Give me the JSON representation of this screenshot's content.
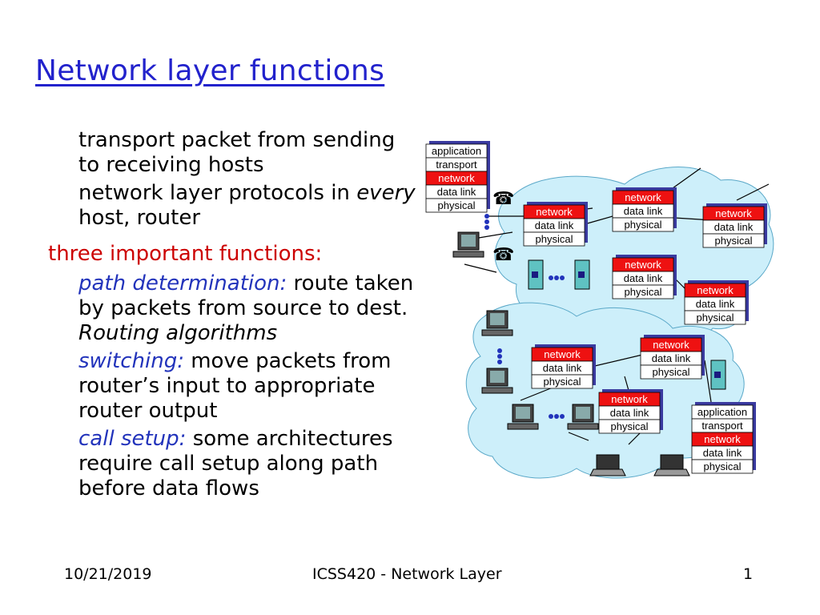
{
  "title": "Network layer functions",
  "bullets": [
    {
      "lead": "",
      "text": "transport packet from sending to receiving hosts"
    },
    {
      "lead": "",
      "text": "network layer protocols in",
      "em": "every",
      "tail": "host, router"
    }
  ],
  "subheading": "three important functions:",
  "functions": [
    {
      "keyword": "path determination:",
      "text": "route taken by packets from source to dest.",
      "em": "Routing algorithms"
    },
    {
      "keyword": "switching:",
      "text": "move packets from router’s input to appropriate router output"
    },
    {
      "keyword": "call setup:",
      "text": "some architectures require call setup along path before data flows"
    }
  ],
  "bullet_glyph": "",
  "footer": {
    "date": "10/21/2019",
    "center": "ICSS420 - Network Layer",
    "page": "1"
  },
  "layers": {
    "app": "application",
    "transport": "transport",
    "network": "network",
    "datalink": "data link",
    "physical": "physical"
  },
  "colors": {
    "title": "#2222cc",
    "keyword": "#2233bb",
    "red": "#cc0000",
    "network_bg": "#ee1111",
    "cloud": "#cdeffa"
  }
}
